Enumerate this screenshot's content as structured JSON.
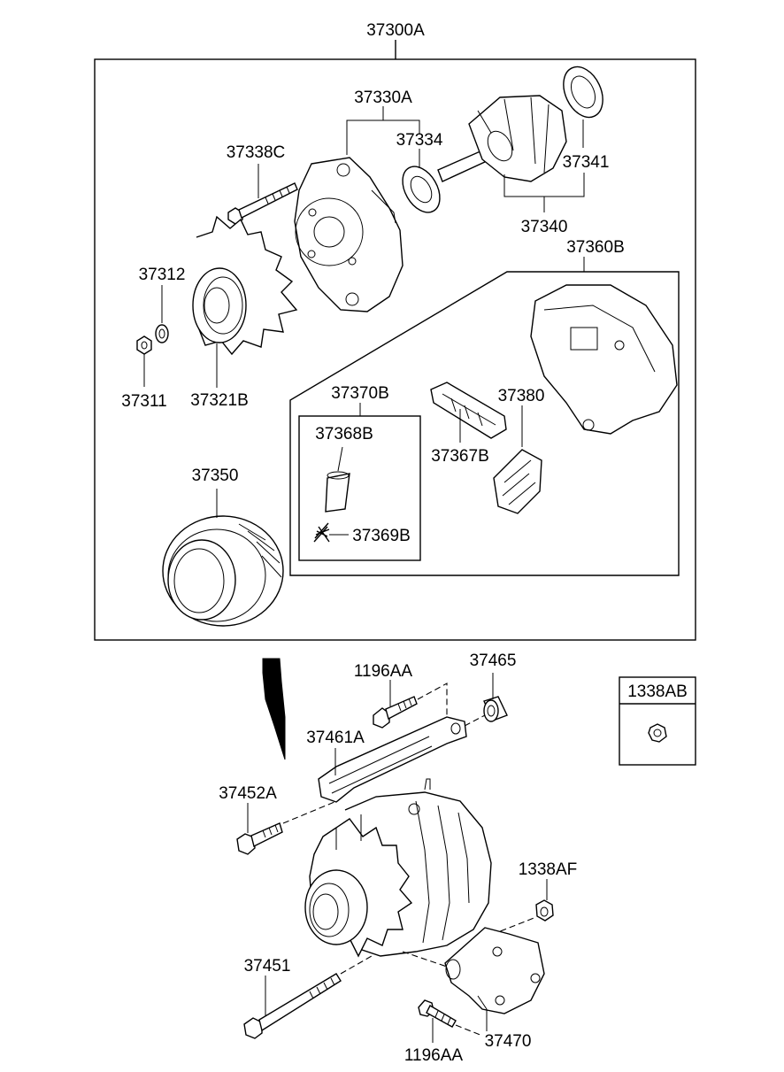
{
  "labels": {
    "p37300A": "37300A",
    "p37330A": "37330A",
    "p37334": "37334",
    "p37338C": "37338C",
    "p37341": "37341",
    "p37340": "37340",
    "p37360B": "37360B",
    "p37312": "37312",
    "p37311": "37311",
    "p37321B": "37321B",
    "p37370B": "37370B",
    "p37380": "37380",
    "p37368B": "37368B",
    "p37367B": "37367B",
    "p37369B": "37369B",
    "p37350": "37350",
    "p1196AA_top": "1196AA",
    "p37465": "37465",
    "p1338AB": "1338AB",
    "p37461A": "37461A",
    "p37452A": "37452A",
    "p1338AF": "1338AF",
    "p37451": "37451",
    "p37470": "37470",
    "p1196AA_bottom": "1196AA"
  }
}
